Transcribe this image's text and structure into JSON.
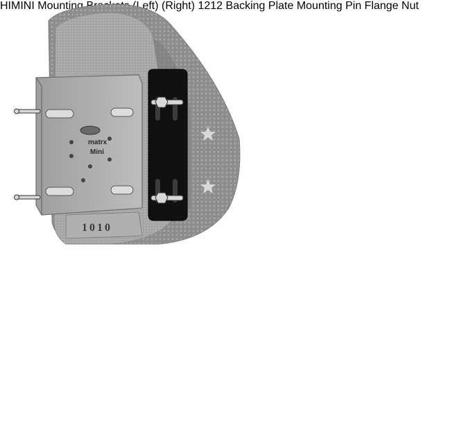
{
  "title": {
    "line1": "HIMINI",
    "line2": "Mounting",
    "line3": "Brackets"
  },
  "brackets": {
    "left_label": "(Left)",
    "right_label": "(Right)"
  },
  "callouts": {
    "backing_plate": "Backing Plate",
    "mounting_pin": "Mounting Pin",
    "flange_nut": "Flange Nut"
  },
  "photo_markings": {
    "brand": "matrx",
    "model": "Mini",
    "base_number": "1010"
  },
  "drawing_markings": {
    "base_number": "1212"
  },
  "colors": {
    "bracket_black": "#0d0d0d",
    "photo_gray": "#9a9a9a",
    "line": "#222222"
  }
}
